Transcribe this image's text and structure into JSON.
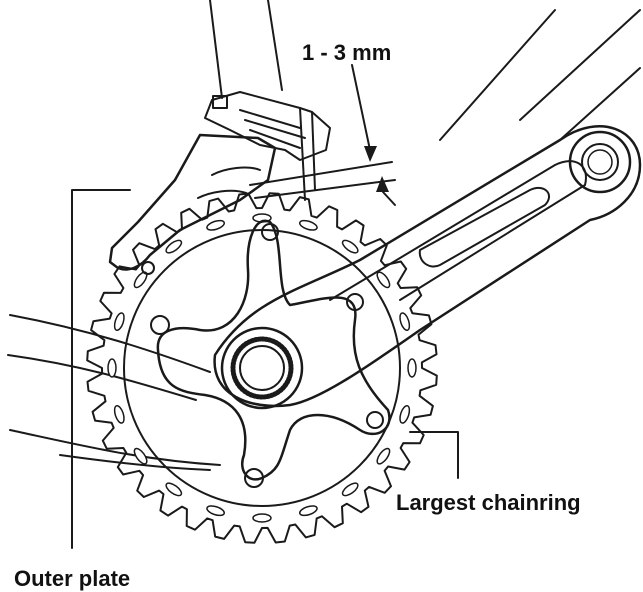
{
  "labels": {
    "gap": "1 - 3 mm",
    "chainring": "Largest chainring",
    "outer_plate": "Outer plate"
  },
  "colors": {
    "chainring": "#a8d8dc",
    "derailleur_plate": "#f3c08a",
    "line": "#1a1a1a",
    "background": "#ffffff"
  },
  "chainring": {
    "teeth": 36
  }
}
